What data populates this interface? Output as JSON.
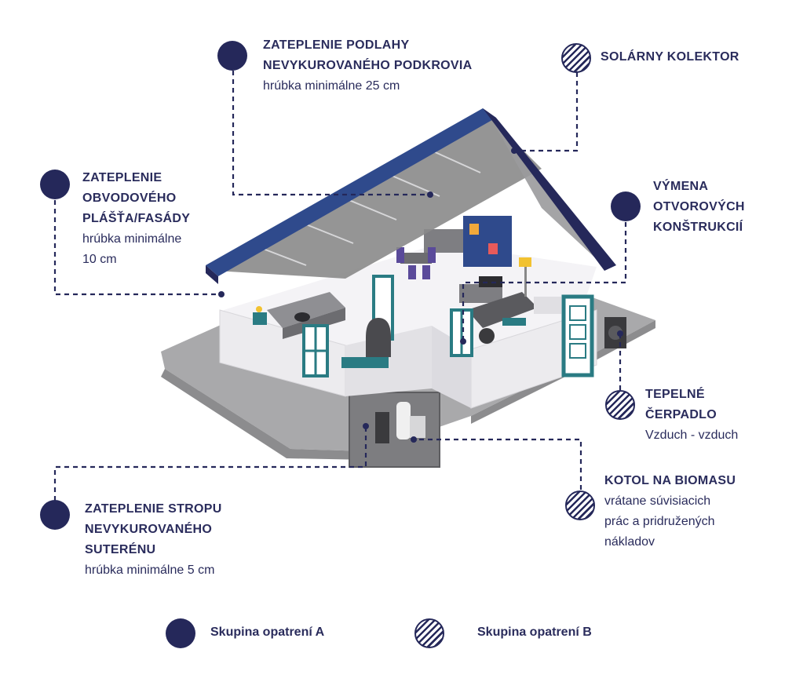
{
  "callouts": {
    "floor_attic": {
      "title_lines": [
        "ZATEPLENIE PODLAHY",
        "NEVYKUROVANÉHO PODKROVIA"
      ],
      "sub_lines": [
        "hrúbka minimálne 25 cm"
      ],
      "group": "A"
    },
    "solar": {
      "title_lines": [
        "SOLÁRNY KOLEKTOR"
      ],
      "sub_lines": [],
      "group": "B"
    },
    "facade": {
      "title_lines": [
        "ZATEPLENIE",
        "OBVODOVÉHO",
        "PLÁŠŤA/FASÁDY"
      ],
      "sub_lines": [
        "hrúbka minimálne",
        "10 cm"
      ],
      "group": "A"
    },
    "windows": {
      "title_lines": [
        "VÝMENA",
        "OTVOROVÝCH",
        "KONŠTRUKCIÍ"
      ],
      "sub_lines": [],
      "group": "A"
    },
    "heat_pump": {
      "title_lines": [
        "TEPELNÉ",
        "ČERPADLO"
      ],
      "sub_lines": [
        "Vzduch - vzduch"
      ],
      "group": "B"
    },
    "biomass": {
      "title_lines": [
        "KOTOL NA BIOMASU"
      ],
      "sub_lines": [
        "vrátane súvisiacich",
        "prác a pridružených",
        "nákladov"
      ],
      "group": "B"
    },
    "basement": {
      "title_lines": [
        "ZATEPLENIE STROPU",
        "NEVYKUROVANÉHO",
        "SUTERÉNU"
      ],
      "sub_lines": [
        "hrúbka minimálne 5 cm"
      ],
      "group": "A"
    }
  },
  "legend": {
    "group_a": "Skupina opatrení A",
    "group_b": "Skupina opatrení B"
  },
  "colors": {
    "navy": "#25285a",
    "roof": "#2f4a8c",
    "teal": "#2a7b83",
    "glass": "#8a8a8a",
    "wall": "#ecebee",
    "ground": "#a9a9ab"
  }
}
